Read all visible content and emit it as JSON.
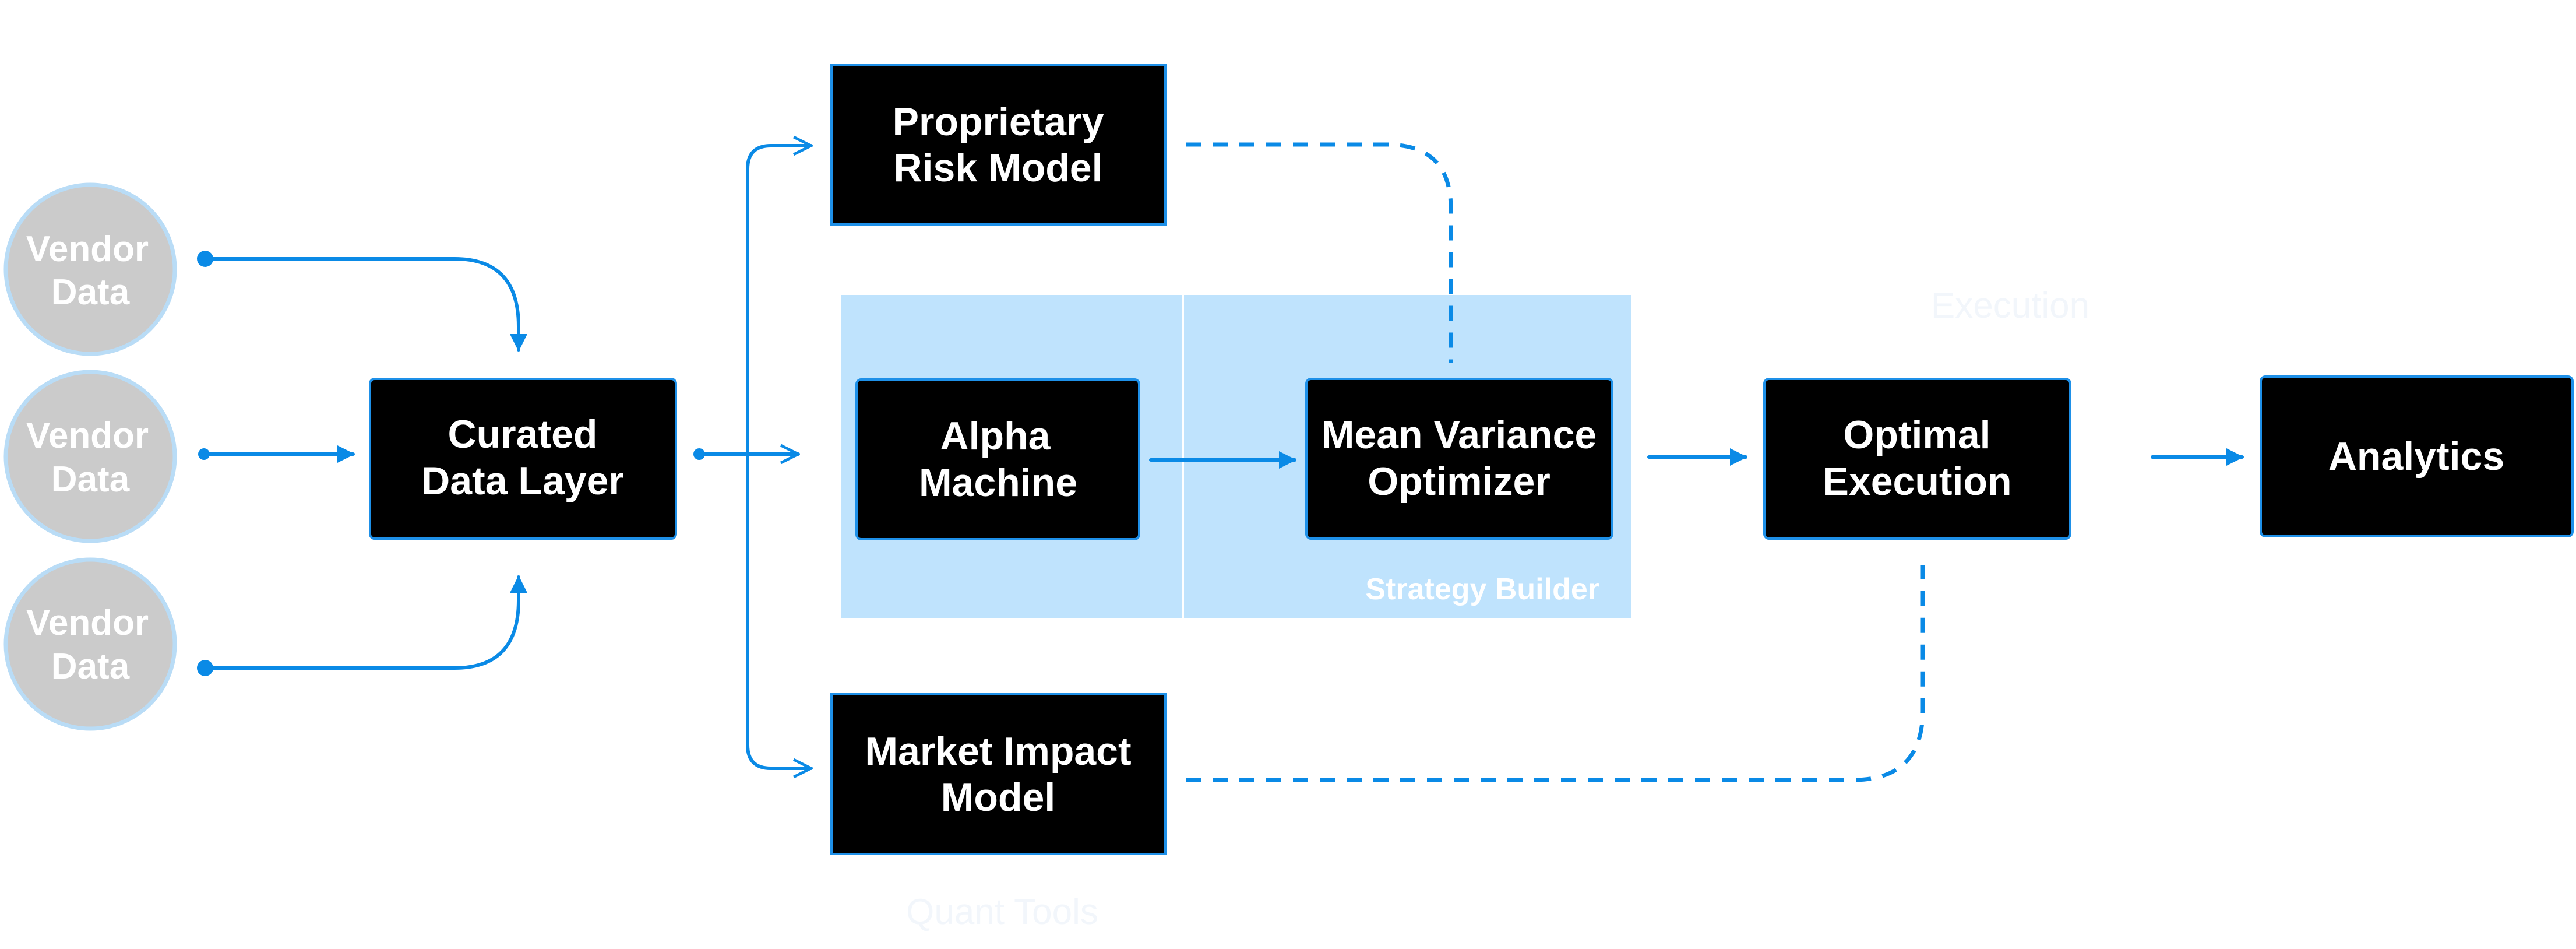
{
  "colors": {
    "accent": "#0a8ae6",
    "node_fill": "#000000",
    "node_border": "#1e90e8",
    "vendor_fill": "#cbcbcb",
    "vendor_ring": "#b9dcf6",
    "group_fill": "#bfe3fd"
  },
  "vendors": [
    {
      "line1": "Vendor",
      "line2": "Data"
    },
    {
      "line1": "Vendor",
      "line2": "Data"
    },
    {
      "line1": "Vendor",
      "line2": "Data"
    }
  ],
  "nodes": {
    "curated_data_layer": {
      "line1": "Curated",
      "line2": "Data Layer"
    },
    "proprietary_risk_model": {
      "line1": "Proprietary",
      "line2": "Risk Model"
    },
    "alpha_machine": {
      "line1": "Alpha",
      "line2": "Machine"
    },
    "mean_variance_optimizer": {
      "line1": "Mean Variance",
      "line2": "Optimizer"
    },
    "market_impact_model": {
      "line1": "Market Impact",
      "line2": "Model"
    },
    "optimal_execution": {
      "line1": "Optimal",
      "line2": "Execution"
    },
    "analytics": {
      "label": "Analytics"
    }
  },
  "groups": {
    "strategy_builder": {
      "label": "Strategy Builder"
    }
  },
  "faint_labels": {
    "top_right": "Execution",
    "bottom": "Quant Tools"
  }
}
